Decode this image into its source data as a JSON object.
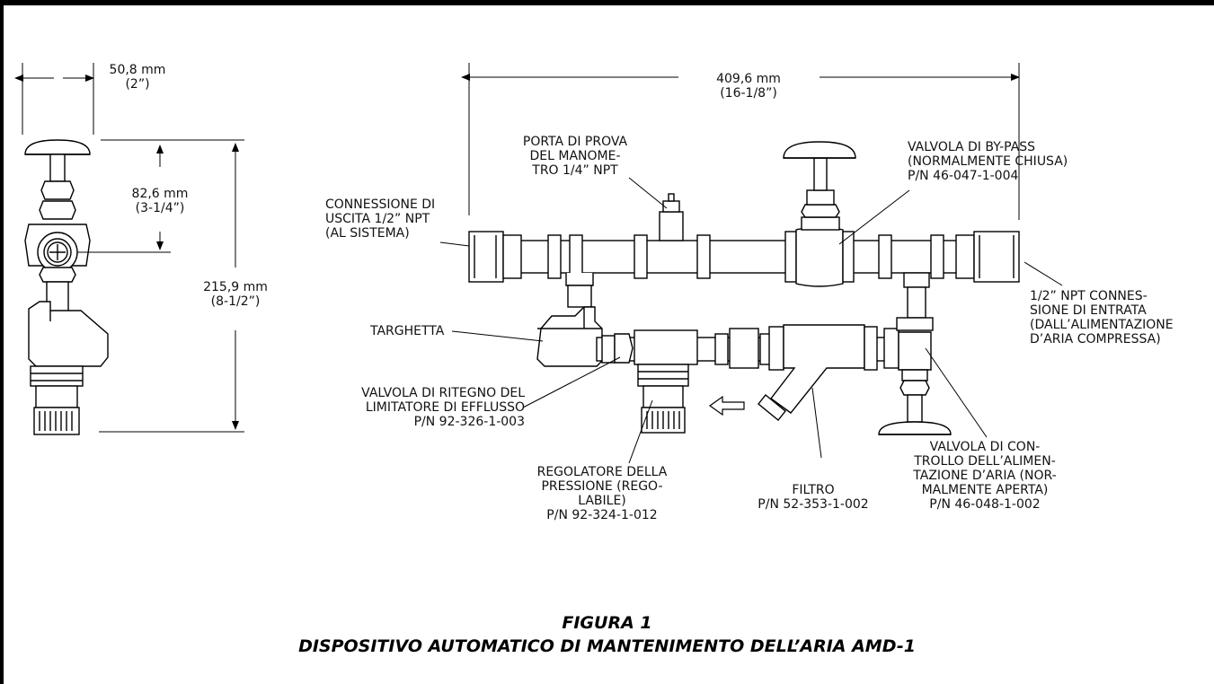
{
  "dimensions": {
    "width_2in": [
      "50,8 mm",
      "(2”)"
    ],
    "stem_height": [
      "82,6 mm",
      "(3-1/4”)"
    ],
    "total_height": [
      "215,9 mm",
      "(8-1/2”)"
    ],
    "total_length": [
      "409,6 mm",
      "(16-1/8”)"
    ]
  },
  "labels": {
    "gauge_port": [
      "PORTA DI PROVA",
      "DEL MANOME-",
      "TRO 1/4” NPT"
    ],
    "bypass_valve": [
      "VALVOLA DI BY-PASS",
      "(NORMALMENTE CHIUSA)",
      "P/N 46-047-1-004"
    ],
    "outlet": [
      "CONNESSIONE DI",
      "USCITA 1/2” NPT",
      "(AL SISTEMA)"
    ],
    "inlet": [
      "1/2” NPT CONNES-",
      "SIONE DI ENTRATA",
      "(DALL’ALIMENTAZIONE",
      "D’ARIA COMPRESSA)"
    ],
    "nameplate": [
      "TARGHETTA"
    ],
    "check_valve": [
      "VALVOLA DI RITEGNO DEL",
      "LIMITATORE DI EFFLUSSO",
      "P/N 92-326-1-003"
    ],
    "regulator": [
      "REGOLATORE DELLA",
      "PRESSIONE (REGO-",
      "LABILE)",
      "P/N 92-324-1-012"
    ],
    "filter": [
      "FILTRO",
      "P/N 52-353-1-002"
    ],
    "supply_valve": [
      "VALVOLA DI CON-",
      "TROLLO DELL’ALIMEN-",
      "TAZIONE D’ARIA (NOR-",
      "MALMENTE APERTA)",
      "P/N 46-048-1-002"
    ]
  },
  "caption": {
    "figure": "FIGURA 1",
    "title": "DISPOSITIVO AUTOMATICO DI MANTENIMENTO DELL’ARIA AMD-1"
  }
}
